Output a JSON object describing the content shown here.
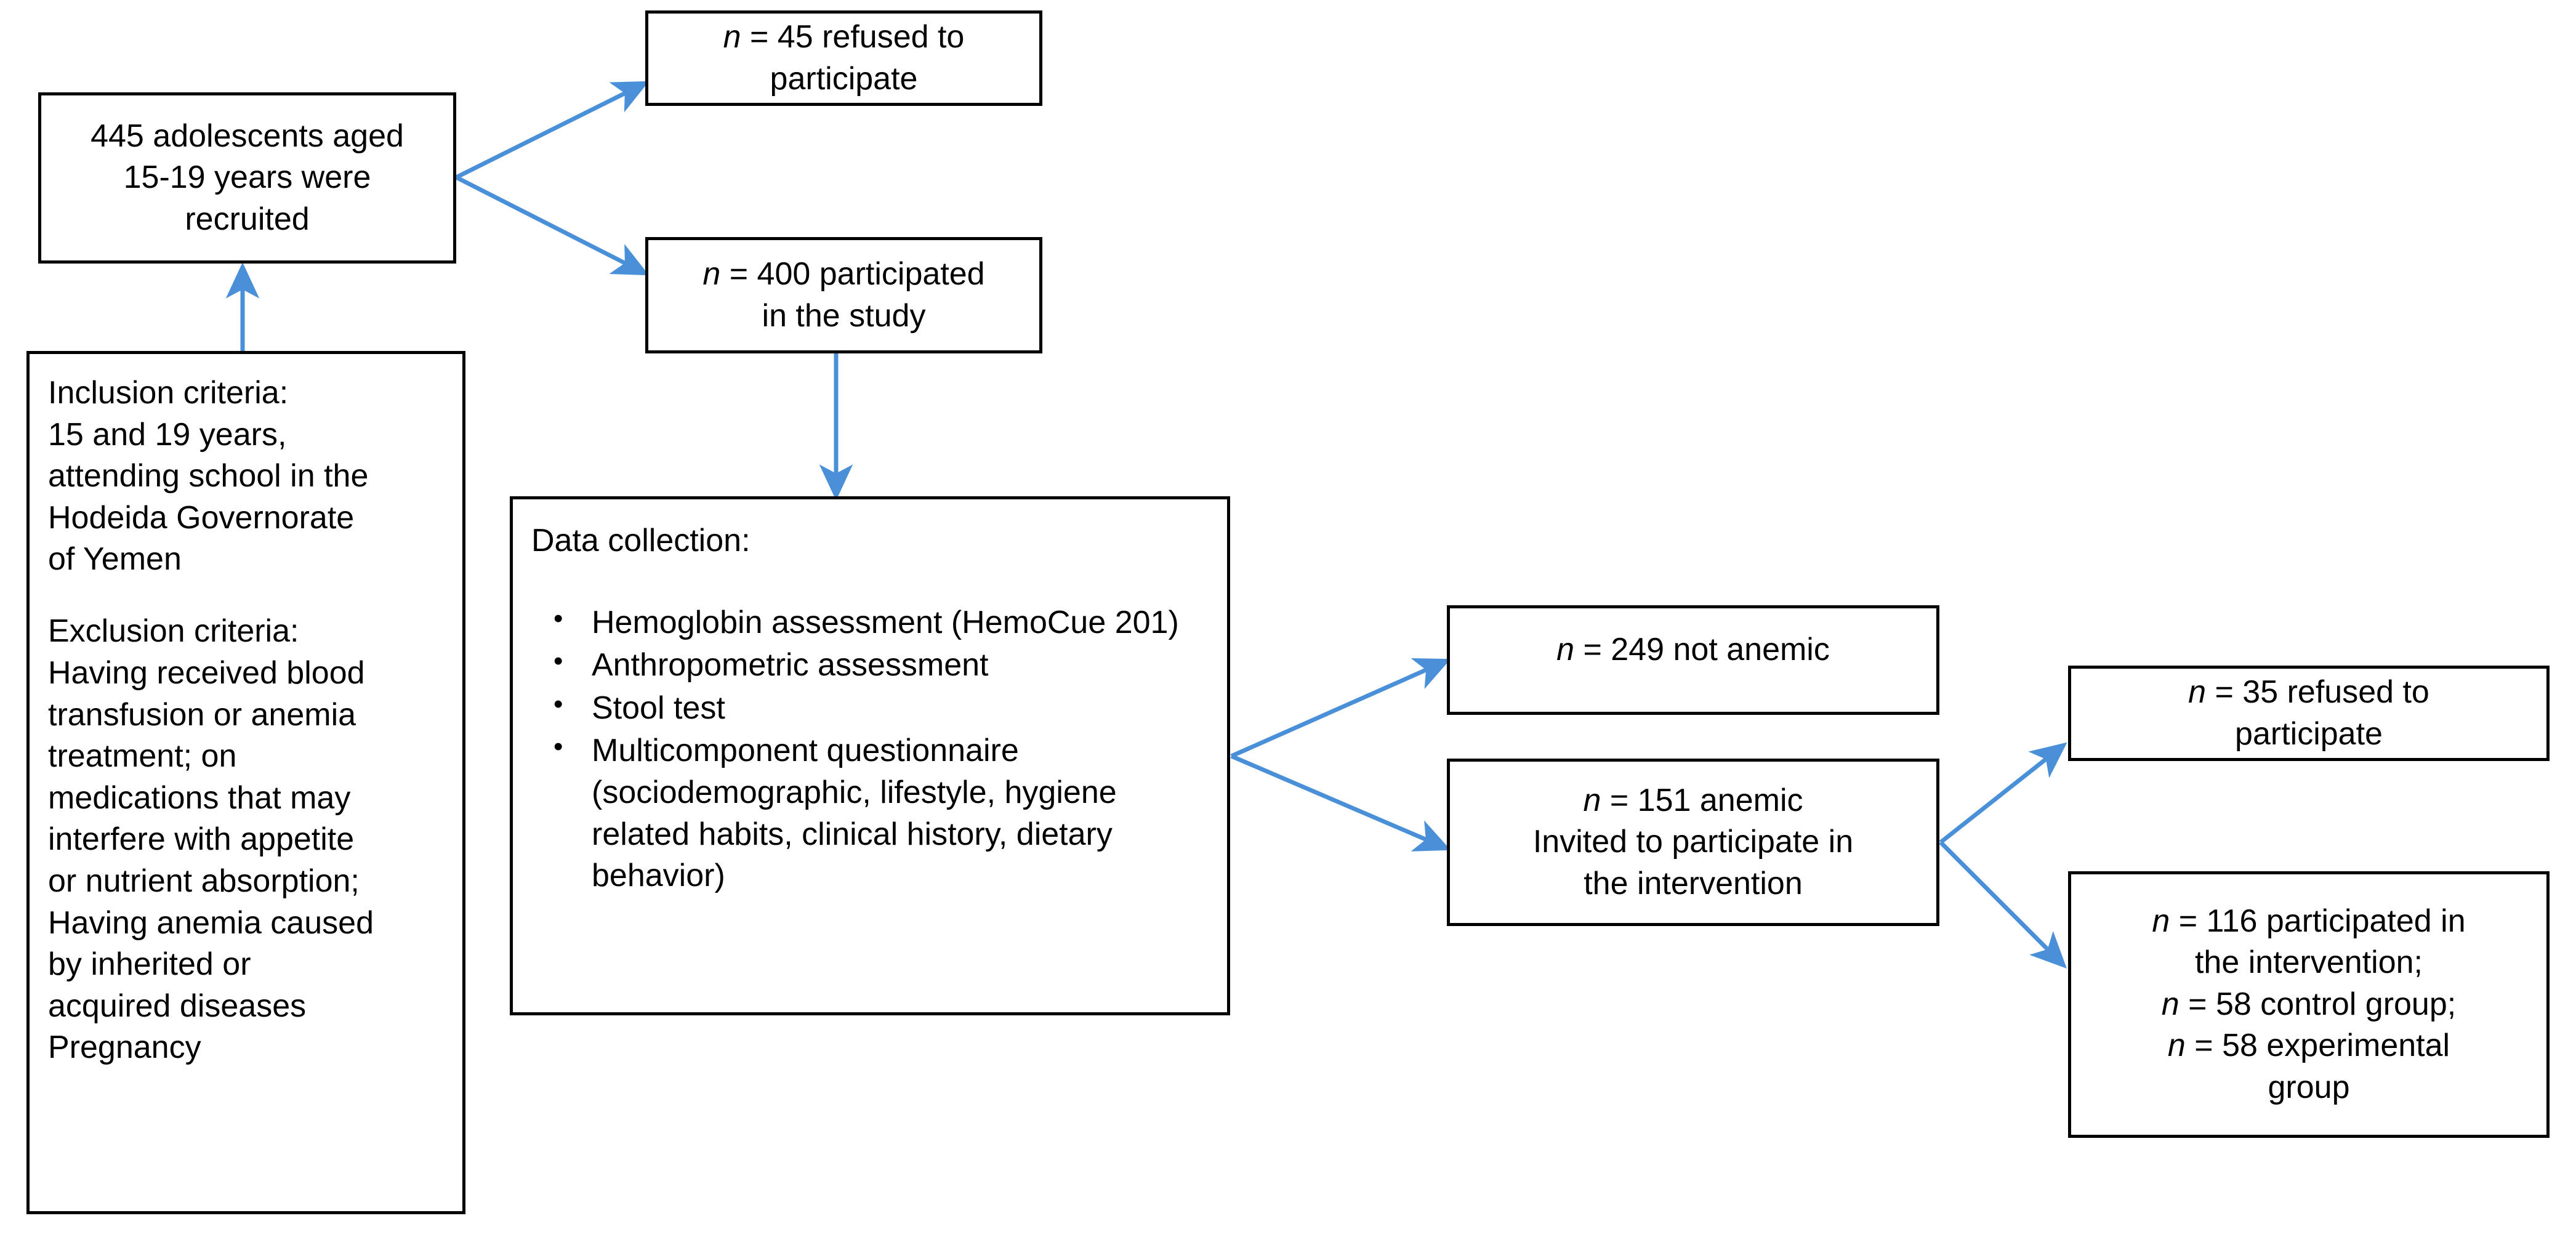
{
  "diagram": {
    "title": "Participant flow diagram",
    "accent_color": "#4A90D9",
    "box_border_color": "#000000",
    "background_color": "#FFFFFF"
  },
  "nodes": {
    "recruited": {
      "name": "recruited-box",
      "lines": [
        "445 adolescents aged",
        "15-19 years were",
        "recruited"
      ]
    },
    "refused_first": {
      "name": "refused-first-box",
      "n_prefix": "n",
      "line1_rest": " = 45 refused to",
      "line2": "participate"
    },
    "participated": {
      "name": "participated-box",
      "n_prefix": "n",
      "line1_rest": " = 400 participated",
      "line2": "in the study"
    },
    "criteria": {
      "name": "criteria-box",
      "inclusion_header": "Inclusion criteria:",
      "inclusion_lines": [
        "15 and 19 years,",
        "attending school in the",
        "Hodeida Governorate",
        "of Yemen"
      ],
      "exclusion_header": "Exclusion criteria:",
      "exclusion_lines": [
        "Having received blood",
        "transfusion or anemia",
        "treatment; on",
        "medications that may",
        "interfere with appetite",
        "or nutrient absorption;",
        "Having anemia caused",
        "by inherited or",
        "acquired diseases",
        "Pregnancy"
      ]
    },
    "data_collection": {
      "name": "data-collection-box",
      "header": "Data collection:",
      "items": [
        "Hemoglobin assessment (HemoCue 201)",
        "Anthropometric assessment",
        "Stool test",
        "Multicomponent questionnaire (sociodemographic, lifestyle, hygiene related habits, clinical history, dietary behavior)"
      ]
    },
    "not_anemic": {
      "name": "not-anemic-box",
      "n_prefix": "n",
      "line1_rest": " = 249 not anemic"
    },
    "anemic": {
      "name": "anemic-box",
      "n_prefix": "n",
      "line1_rest": " = 151 anemic",
      "line2": "Invited to participate in",
      "line3": "the intervention"
    },
    "refused_second": {
      "name": "refused-second-box",
      "n_prefix": "n",
      "line1_rest": " = 35 refused to",
      "line2": "participate"
    },
    "allocated": {
      "name": "allocated-box",
      "n1_prefix": "n",
      "line1_rest": " = 116 participated in",
      "line2": "the intervention;",
      "n2_prefix": "n",
      "line3_rest": " = 58 control group;",
      "n3_prefix": "n",
      "line4_rest": " = 58 experimental",
      "line5": "group"
    }
  },
  "edges": [
    {
      "name": "edge-recruited-to-refused-first",
      "from": "recruited",
      "to": "refused_first",
      "style": "diagonal-up"
    },
    {
      "name": "edge-recruited-to-participated",
      "from": "recruited",
      "to": "participated",
      "style": "diagonal-down"
    },
    {
      "name": "edge-criteria-to-recruited",
      "from": "criteria",
      "to": "recruited",
      "style": "vertical-up"
    },
    {
      "name": "edge-participated-to-data",
      "from": "participated",
      "to": "data_collection",
      "style": "vertical-down"
    },
    {
      "name": "edge-data-to-not-anemic",
      "from": "data_collection",
      "to": "not_anemic",
      "style": "diagonal-up"
    },
    {
      "name": "edge-data-to-anemic",
      "from": "data_collection",
      "to": "anemic",
      "style": "diagonal-down"
    },
    {
      "name": "edge-anemic-to-refused-second",
      "from": "anemic",
      "to": "refused_second",
      "style": "diagonal-up"
    },
    {
      "name": "edge-anemic-to-allocated",
      "from": "anemic",
      "to": "allocated",
      "style": "diagonal-down"
    }
  ]
}
